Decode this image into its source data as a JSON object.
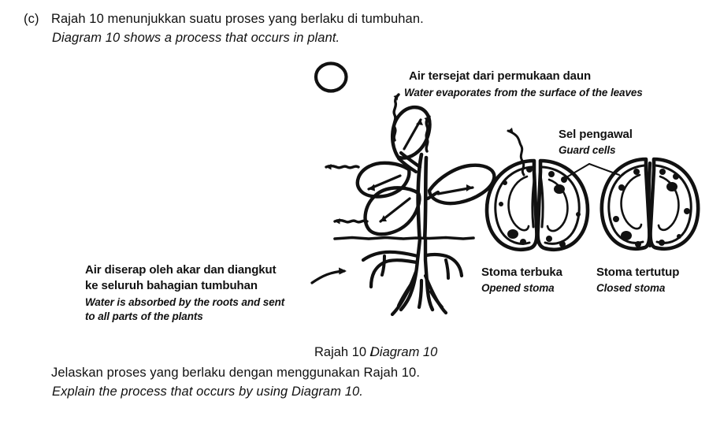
{
  "question": {
    "item_letter": "(c)",
    "stem_bm": "Rajah 10 menunjukkan suatu proses yang berlaku di tumbuhan.",
    "stem_en": "Diagram 10 shows a process that occurs in plant.",
    "instruction_bm": "Jelaskan proses yang berlaku dengan menggunakan Rajah 10.",
    "instruction_en": "Explain the process that occurs by using Diagram 10."
  },
  "diagram": {
    "caption_bm": "Rajah 10 /",
    "caption_en": "Diagram 10",
    "labels": {
      "evaporation": {
        "bm": "Air tersejat dari permukaan daun",
        "en": "Water evaporates from the surface of the leaves"
      },
      "guard_cells": {
        "bm": "Sel pengawal",
        "en": "Guard cells"
      },
      "absorption": {
        "bm_line1": "Air diserap oleh akar dan diangkut",
        "bm_line2": "ke seluruh bahagian tumbuhan",
        "en_line1": "Water is absorbed by the roots and sent",
        "en_line2": "to all parts of the plants"
      },
      "opened_stoma": {
        "bm": "Stoma terbuka",
        "en": "Opened stoma"
      },
      "closed_stoma": {
        "bm": "Stoma tertutup",
        "en": "Closed stoma"
      }
    },
    "parts": {
      "sun": "sun-circle",
      "plant": "seedling-plant",
      "ground": "soil-line",
      "roots": "root-system",
      "stoma_open": "stoma-open-figure",
      "stoma_closed": "stoma-closed-figure"
    }
  },
  "colors": {
    "ink": "#111111",
    "background": "#ffffff"
  }
}
